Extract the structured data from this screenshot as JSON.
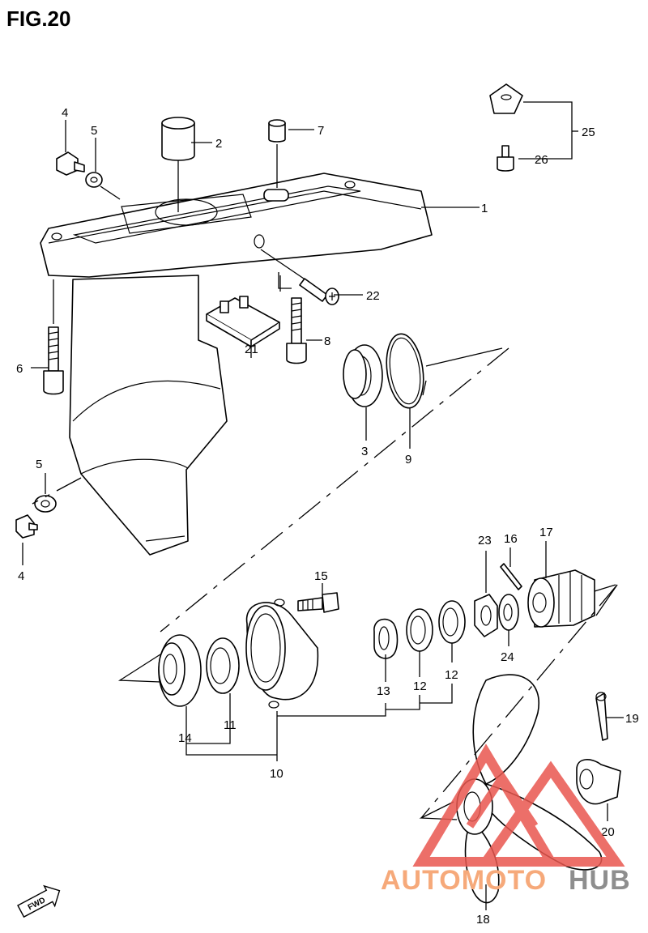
{
  "figure": {
    "title": "FIG.20"
  },
  "callouts": {
    "c1": "1",
    "c2": "2",
    "c3": "3",
    "c4a": "4",
    "c4b": "4",
    "c5a": "5",
    "c5b": "5",
    "c6": "6",
    "c7": "7",
    "c8": "8",
    "c9": "9",
    "c10": "10",
    "c11": "11",
    "c12a": "12",
    "c12b": "12",
    "c13": "13",
    "c14": "14",
    "c15": "15",
    "c16": "16",
    "c17": "17",
    "c18": "18",
    "c19": "19",
    "c20": "20",
    "c21": "21",
    "c22": "22",
    "c23": "23",
    "c24": "24",
    "c25": "25",
    "c26": "26"
  },
  "badge": {
    "label": "FWD"
  },
  "watermark": {
    "part_a": "AUTOMOTO",
    "part_b": "HUB",
    "color_a": "#f6a97a",
    "color_b": "#8e8e8e",
    "logo_color": "#e9574f"
  }
}
